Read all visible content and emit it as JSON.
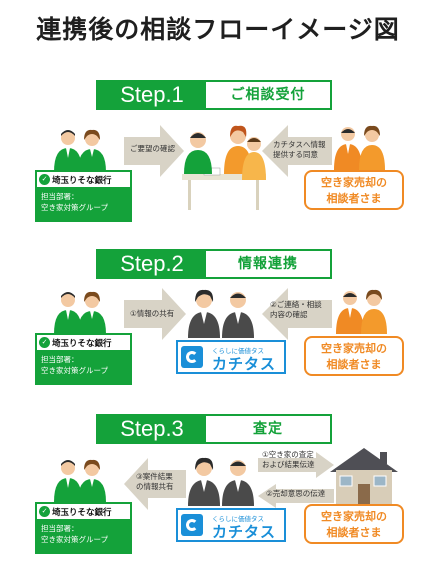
{
  "title": "連携後の相談フローイメージ図",
  "bank": {
    "name": "埼玉りそな銀行",
    "dept_line1": "担当部署：",
    "dept_line2": "空き家対策グループ"
  },
  "client": {
    "line1": "空き家売却の",
    "line2": "相談者さま"
  },
  "katitas": {
    "tagline": "くらしに価値タス",
    "name": "カチタス"
  },
  "steps": [
    {
      "label": "Step.1",
      "name": "ご相談受付",
      "left_arrow_text": "ご要望の確認",
      "right_arrow_line1": "カチタスへ情報",
      "right_arrow_line2": "提供する同意"
    },
    {
      "label": "Step.2",
      "name": "情報連携",
      "left_arrow_text": "①情報の共有",
      "right_arrow_line1": "②ご連絡・相談",
      "right_arrow_line2": "内容の確認"
    },
    {
      "label": "Step.3",
      "name": "査定",
      "left_arrow_line1": "③案件結果",
      "left_arrow_line2": "の情報共有",
      "right_arrow_line1": "①空き家の査定",
      "right_arrow_line2": "および結果伝達",
      "right_arrow_line3": "②売却意思の伝達"
    }
  ],
  "colors": {
    "green": "#14a23a",
    "orange": "#f08a24",
    "blue": "#1a8fd8",
    "arrow": "#d8d3c6"
  }
}
